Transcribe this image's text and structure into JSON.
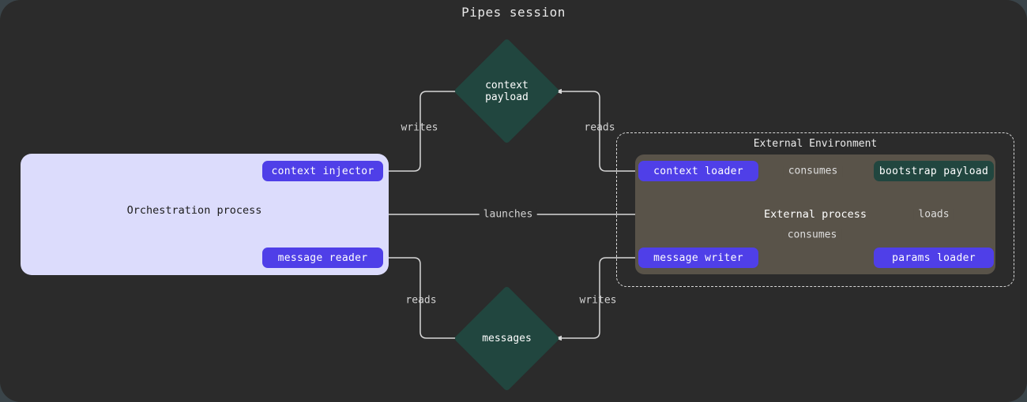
{
  "title": "Pipes session",
  "colors": {
    "page_background": "#3a4449",
    "canvas_background": "#2b2b2b",
    "orchestration_panel": "#dcdcfc",
    "pill_indigo": "#4f3fe8",
    "pill_teal": "#21463f",
    "external_process": "#595349",
    "edge_stroke": "#d8d8d8",
    "title_text": "#e8e8e8"
  },
  "orchestration": {
    "label": "Orchestration process",
    "nodes": [
      {
        "id": "context-injector",
        "label": "context injector",
        "style": "indigo"
      },
      {
        "id": "message-reader",
        "label": "message reader",
        "style": "indigo"
      }
    ]
  },
  "stores": [
    {
      "id": "context-payload",
      "label": "context\npayload",
      "shape": "diamond"
    },
    {
      "id": "messages",
      "label": "messages",
      "shape": "diamond"
    }
  ],
  "external_environment": {
    "title": "External Environment",
    "process_label": "External process",
    "nodes": [
      {
        "id": "context-loader",
        "label": "context loader",
        "style": "indigo"
      },
      {
        "id": "bootstrap-payload",
        "label": "bootstrap payload",
        "style": "teal"
      },
      {
        "id": "message-writer",
        "label": "message writer",
        "style": "indigo"
      },
      {
        "id": "params-loader",
        "label": "params loader",
        "style": "indigo"
      }
    ]
  },
  "edges": [
    {
      "id": "writes-context-payload",
      "label": "writes",
      "from": "context-injector",
      "to": "context-payload"
    },
    {
      "id": "reads-context-payload",
      "label": "reads",
      "from": "context-payload",
      "to": "context-loader"
    },
    {
      "id": "launches",
      "label": "launches",
      "from": "orchestration-process",
      "to": "external-process"
    },
    {
      "id": "reads-messages",
      "label": "reads",
      "from": "messages",
      "to": "message-reader"
    },
    {
      "id": "writes-messages",
      "label": "writes",
      "from": "message-writer",
      "to": "messages"
    },
    {
      "id": "consumes-context-loader",
      "label": "consumes",
      "from": "context-loader",
      "to": "bootstrap-payload"
    },
    {
      "id": "consumes-message-writer",
      "label": "consumes",
      "from": "message-writer",
      "to": "bootstrap-payload"
    },
    {
      "id": "loads-params",
      "label": "loads",
      "from": "params-loader",
      "to": "bootstrap-payload"
    }
  ]
}
